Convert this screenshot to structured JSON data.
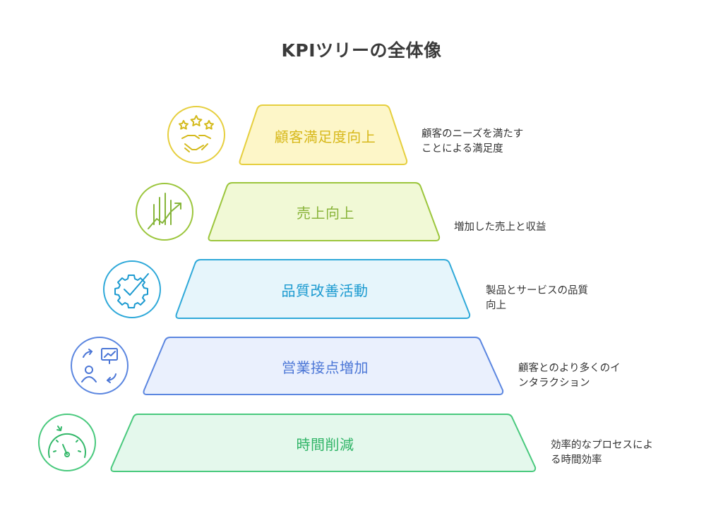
{
  "title": "KPIツリーの全体像",
  "tiers": [
    {
      "label": "顧客満足度向上",
      "description": "顧客のニーズを満たす\nことによる満足度",
      "icon": "stars-handshake-icon",
      "colors": {
        "fill": "#fdf6c8",
        "stroke": "#e6cf3f",
        "text": "#d7b81a",
        "icon": "#d4ba1c"
      }
    },
    {
      "label": "売上向上",
      "description": "増加した売上と収益",
      "icon": "growth-chart-icon",
      "colors": {
        "fill": "#f1f9d6",
        "stroke": "#9cc63d",
        "text": "#89b43a",
        "icon": "#86b53a"
      }
    },
    {
      "label": "品質改善活動",
      "description": "製品とサービスの品質\n向上",
      "icon": "gear-check-icon",
      "colors": {
        "fill": "#e6f5fb",
        "stroke": "#2fa9d9",
        "text": "#1b9ad0",
        "icon": "#1c9ad0"
      }
    },
    {
      "label": "営業接点増加",
      "description": "顧客とのより多くのイ\nンタラクション",
      "icon": "person-presentation-icon",
      "colors": {
        "fill": "#eaf0fd",
        "stroke": "#5b86e0",
        "text": "#4b76d6",
        "icon": "#4b76d6"
      }
    },
    {
      "label": "時間削減",
      "description": "効率的なプロセスによ\nる時間効率",
      "icon": "speedometer-icon",
      "colors": {
        "fill": "#e4f8ec",
        "stroke": "#49c97d",
        "text": "#2fb466",
        "icon": "#34b86a"
      }
    }
  ]
}
